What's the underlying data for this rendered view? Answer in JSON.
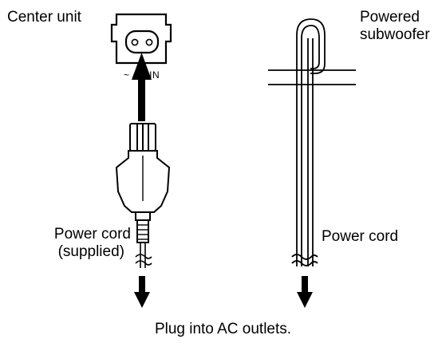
{
  "labels": {
    "center_unit": "Center unit",
    "powered_line1": "Powered",
    "powered_line2": "subwoofer",
    "ac_in": "~ AC IN",
    "power_cord_left_line1": "Power cord",
    "power_cord_left_line2": "(supplied)",
    "power_cord_right": "Power cord",
    "plug_into": "Plug into AC outlets."
  },
  "colors": {
    "ink": "#000000",
    "paper": "#ffffff"
  }
}
